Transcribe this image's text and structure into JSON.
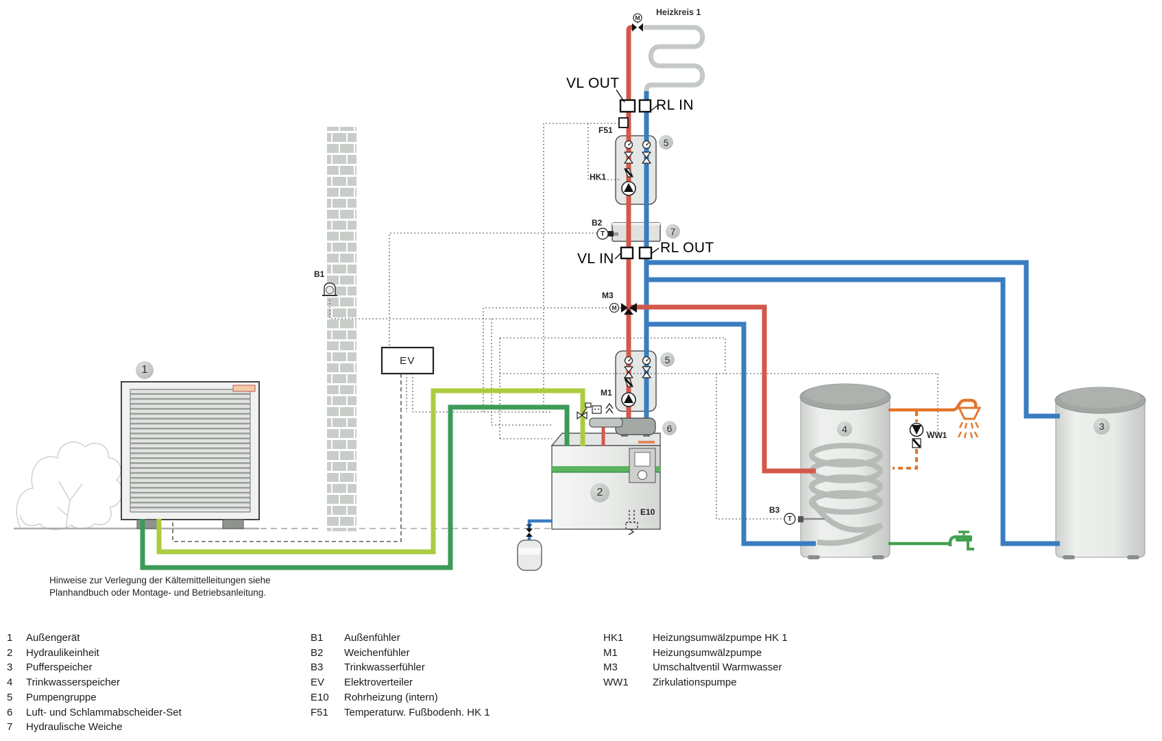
{
  "labels": {
    "heizkreis": "Heizkreis 1",
    "vl_out": "VL OUT",
    "rl_in": "RL IN",
    "vl_in": "VL IN",
    "rl_out": "RL OUT",
    "f51": "F51",
    "hk1": "HK1",
    "b2": "B2",
    "m3": "M3",
    "m1": "M1",
    "ev": "EV",
    "b1": "B1",
    "e10": "E10",
    "ww1": "WW1",
    "b3": "B3",
    "motor": "M",
    "temp": "T"
  },
  "badges": {
    "outdoor_unit": "1",
    "hydraulic_unit": "2",
    "buffer_tank": "3",
    "dhw_tank": "4",
    "pump_group": "5",
    "separator": "6",
    "hydraulic_switch": "7"
  },
  "note": {
    "line1": "Hinweise zur Verlegung der Kältemittelleitungen siehe",
    "line2": "Planhandbuch oder Montage- und Betriebsanleitung."
  },
  "legend": {
    "components": [
      {
        "num": "1",
        "label": "Außengerät"
      },
      {
        "num": "2",
        "label": "Hydraulikeinheit"
      },
      {
        "num": "3",
        "label": "Pufferspeicher"
      },
      {
        "num": "4",
        "label": "Trinkwasserspeicher"
      },
      {
        "num": "5",
        "label": "Pumpengruppe"
      },
      {
        "num": "6",
        "label": "Luft- und Schlammabscheider-Set"
      },
      {
        "num": "7",
        "label": "Hydraulische Weiche"
      }
    ],
    "sensors": [
      {
        "key": "B1",
        "label": "Außenfühler"
      },
      {
        "key": "B2",
        "label": "Weichenfühler"
      },
      {
        "key": "B3",
        "label": "Trinkwasserfühler"
      },
      {
        "key": "EV",
        "label": "Elektroverteiler"
      },
      {
        "key": "E10",
        "label": "Rohrheizung (intern)"
      },
      {
        "key": "F51",
        "label": "Temperaturw. Fußbodenh. HK 1"
      }
    ],
    "actuators": [
      {
        "key": "HK1",
        "label": "Heizungsumwälzpumpe HK 1"
      },
      {
        "key": "M1",
        "label": "Heizungsumwälzpumpe"
      },
      {
        "key": "M3",
        "label": "Umschaltventil Warmwasser"
      },
      {
        "key": "WW1",
        "label": "Zirkulationspumpe"
      }
    ]
  },
  "colors": {
    "supply_red": "#d3584b",
    "return_blue": "#3a7cc0",
    "refrigerant_dark_green": "#3c9b58",
    "refrigerant_light_green": "#accb3f",
    "dhw_orange": "#e2762c",
    "cold_water_green": "#43a04f"
  }
}
